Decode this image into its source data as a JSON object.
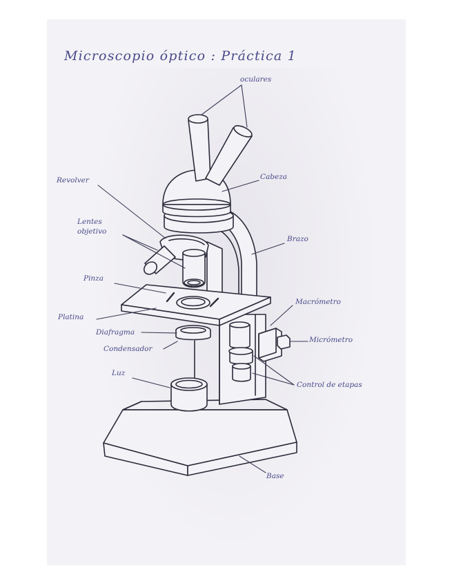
{
  "title": "Microscopio óptico : Práctica 1",
  "labels": {
    "oculares": "oculares",
    "cabeza": "Cabeza",
    "revolver": "Revolver",
    "lentes_objetivo_1": "Lentes",
    "lentes_objetivo_2": "objetivo",
    "brazo": "Brazo",
    "pinza": "Pinza",
    "platina": "Platina",
    "macrometro": "Macrómetro",
    "diafragma": "Diafragma",
    "micrometro": "Micrómetro",
    "condensador": "Condensador",
    "luz": "Luz",
    "control_etapas": "Control de etapas",
    "base": "Base"
  }
}
